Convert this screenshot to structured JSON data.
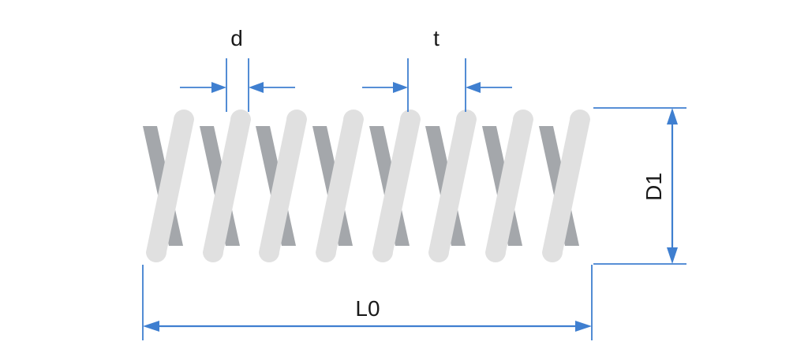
{
  "labels": {
    "wire_diameter": "d",
    "pitch": "t",
    "outer_diameter": "D1",
    "free_length": "L0"
  },
  "colors": {
    "dimension_line": "#3f7fd0",
    "coil_front": "#e0e0e0",
    "coil_back": "#a4a7ab",
    "text": "#1a1a1a"
  }
}
